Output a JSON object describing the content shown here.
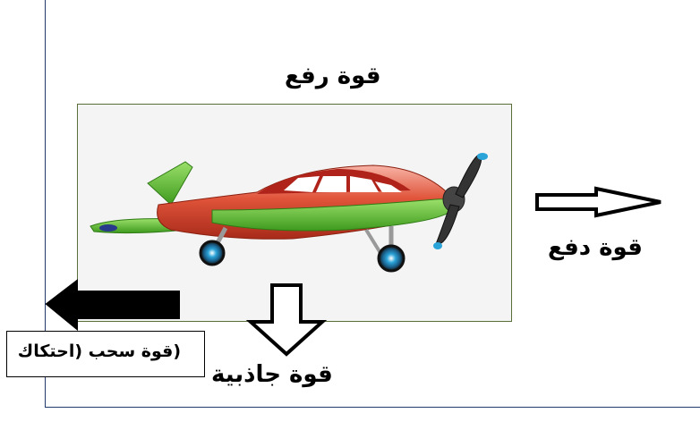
{
  "labels": {
    "lift": "قوة رفع",
    "thrust": "قوة دفع",
    "gravity": "قوة جاذبية",
    "drag": "(قوة سحب (احتكاك"
  },
  "colors": {
    "frame": "#1f3a6b",
    "panel_background": "#f4f4f4",
    "panel_border": "#5a6e3a",
    "fuselage_red": "#e0543a",
    "wing_green": "#6cc23a",
    "wheel_blue": "#2aa3d8",
    "propeller": "#333333"
  },
  "icons": {
    "lift": "hollow-arrow-up-icon",
    "thrust": "hollow-arrow-right-icon",
    "gravity": "hollow-arrow-down-icon",
    "drag": "solid-arrow-left-icon",
    "airplane": "airplane-icon"
  }
}
